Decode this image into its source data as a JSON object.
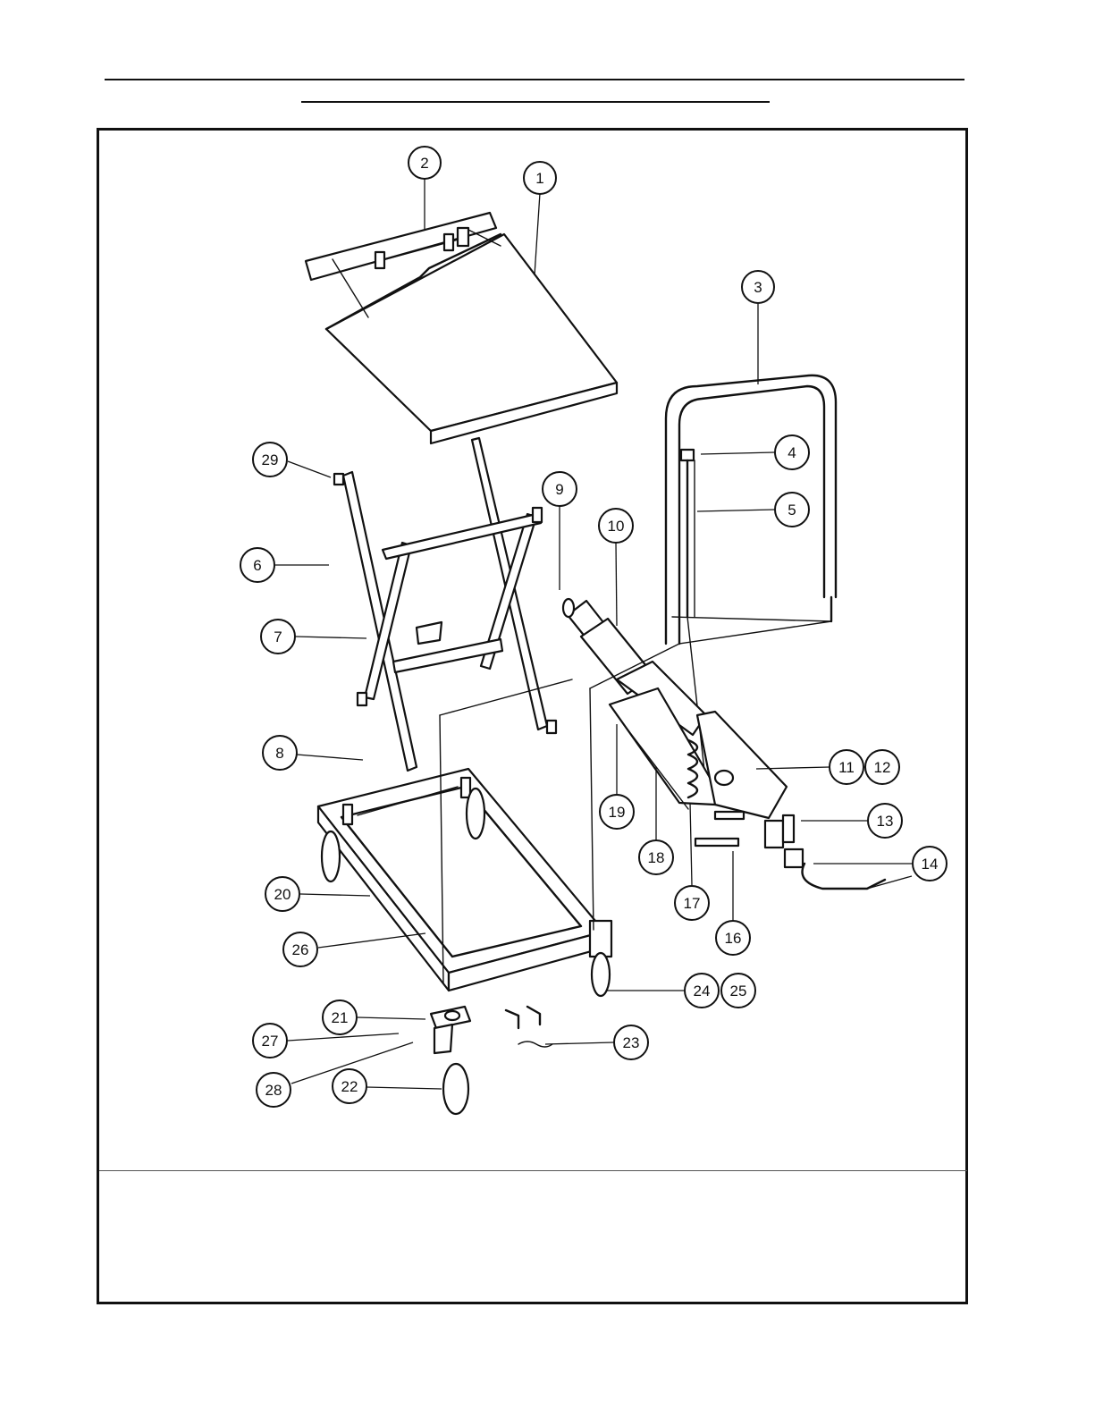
{
  "callouts": [
    {
      "id": "c1",
      "label": "1"
    },
    {
      "id": "c2",
      "label": "2"
    },
    {
      "id": "c3",
      "label": "3"
    },
    {
      "id": "c4",
      "label": "4"
    },
    {
      "id": "c5",
      "label": "5"
    },
    {
      "id": "c6",
      "label": "6"
    },
    {
      "id": "c7",
      "label": "7"
    },
    {
      "id": "c8",
      "label": "8"
    },
    {
      "id": "c9",
      "label": "9"
    },
    {
      "id": "c10",
      "label": "10"
    },
    {
      "id": "c11",
      "label": "11"
    },
    {
      "id": "c12",
      "label": "12"
    },
    {
      "id": "c13",
      "label": "13"
    },
    {
      "id": "c14",
      "label": "14"
    },
    {
      "id": "c16",
      "label": "16"
    },
    {
      "id": "c17",
      "label": "17"
    },
    {
      "id": "c18",
      "label": "18"
    },
    {
      "id": "c19",
      "label": "19"
    },
    {
      "id": "c20",
      "label": "20"
    },
    {
      "id": "c21",
      "label": "21"
    },
    {
      "id": "c22",
      "label": "22"
    },
    {
      "id": "c23",
      "label": "23"
    },
    {
      "id": "c24",
      "label": "24"
    },
    {
      "id": "c25",
      "label": "25"
    },
    {
      "id": "c26",
      "label": "26"
    },
    {
      "id": "c27",
      "label": "27"
    },
    {
      "id": "c28",
      "label": "28"
    },
    {
      "id": "c29",
      "label": "29"
    }
  ]
}
